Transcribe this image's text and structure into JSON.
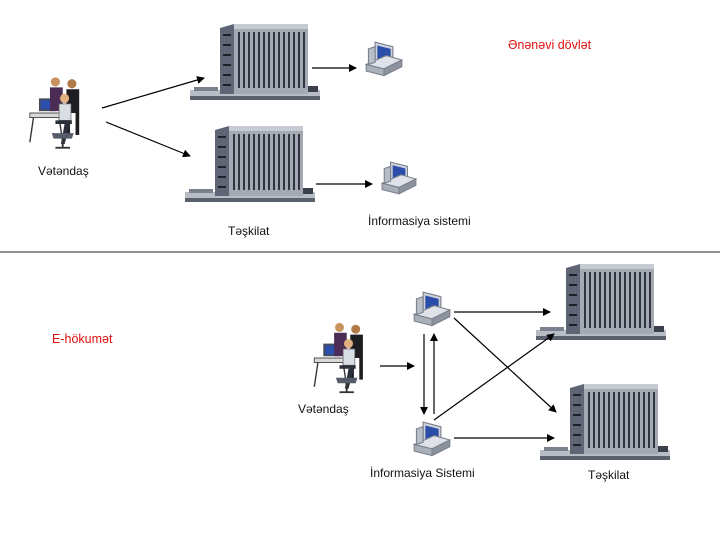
{
  "top": {
    "title": "Ənənəvi dövlət",
    "citizen_label": "Vətəndaş",
    "organization_label": "Təşkilat",
    "info_system_label": "İnformasiya sistemi"
  },
  "bottom": {
    "title": "E-hökumət",
    "citizen_label": "Vətəndaş",
    "info_system_label": "İnformasiya Sistemi",
    "organization_label": "Təşkilat"
  },
  "colors": {
    "title_red": "#e01010",
    "building_body": "#9aa0ab",
    "building_dark": "#4e5462",
    "arrow": "#000000"
  },
  "icons": [
    "citizen-group-icon",
    "building-icon",
    "computer-icon"
  ]
}
